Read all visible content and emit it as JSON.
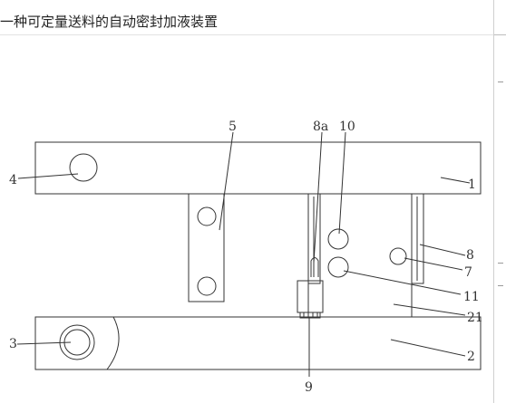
{
  "title": "一种可定量送料的自动密封加液装置",
  "labels": {
    "l1": "1",
    "l2": "2",
    "l3": "3",
    "l4": "4",
    "l5": "5",
    "l7": "7",
    "l8": "8",
    "l8a": "8a",
    "l9": "9",
    "l10": "10",
    "l11": "11",
    "l21": "21"
  },
  "colors": {
    "line": "#333333",
    "background": "#ffffff"
  }
}
